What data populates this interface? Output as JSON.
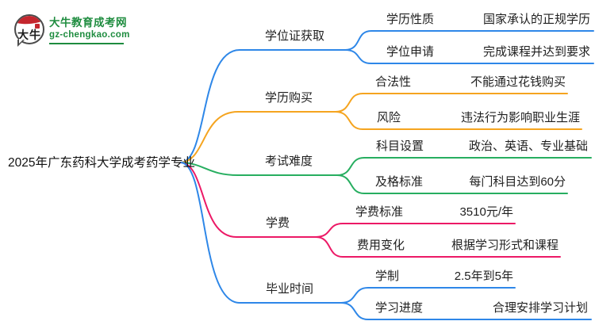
{
  "logo": {
    "icon_text": "大牛",
    "site_name": "大牛教育成考网",
    "site_url": "gz-chengkao.com",
    "green": "#1e8c3f",
    "red": "#c4262e"
  },
  "title": "2025年广东药科大学成考药学专业",
  "colors": {
    "blue": "#2e87e8",
    "orange": "#f5a41f",
    "green": "#27ae60",
    "pink": "#ec1966"
  },
  "branches": [
    {
      "label": "学位证获取",
      "color": "#2e87e8",
      "children": [
        {
          "label": "学历性质",
          "value": "国家承认的正规学历"
        },
        {
          "label": "学位申请",
          "value": "完成课程并达到要求"
        }
      ]
    },
    {
      "label": "学历购买",
      "color": "#f5a41f",
      "children": [
        {
          "label": "合法性",
          "value": "不能通过花钱购买"
        },
        {
          "label": "风险",
          "value": "违法行为影响职业生涯"
        }
      ]
    },
    {
      "label": "考试难度",
      "color": "#27ae60",
      "children": [
        {
          "label": "科目设置",
          "value": "政治、英语、专业基础"
        },
        {
          "label": "及格标准",
          "value": "每门科目达到60分"
        }
      ]
    },
    {
      "label": "学费",
      "color": "#ec1966",
      "children": [
        {
          "label": "学费标准",
          "value": "3510元/年"
        },
        {
          "label": "费用变化",
          "value": "根据学习形式和课程"
        }
      ]
    },
    {
      "label": "毕业时间",
      "color": "#2e87e8",
      "children": [
        {
          "label": "学制",
          "value": "2.5年到5年"
        },
        {
          "label": "学习进度",
          "value": "合理安排学习计划"
        }
      ]
    }
  ]
}
